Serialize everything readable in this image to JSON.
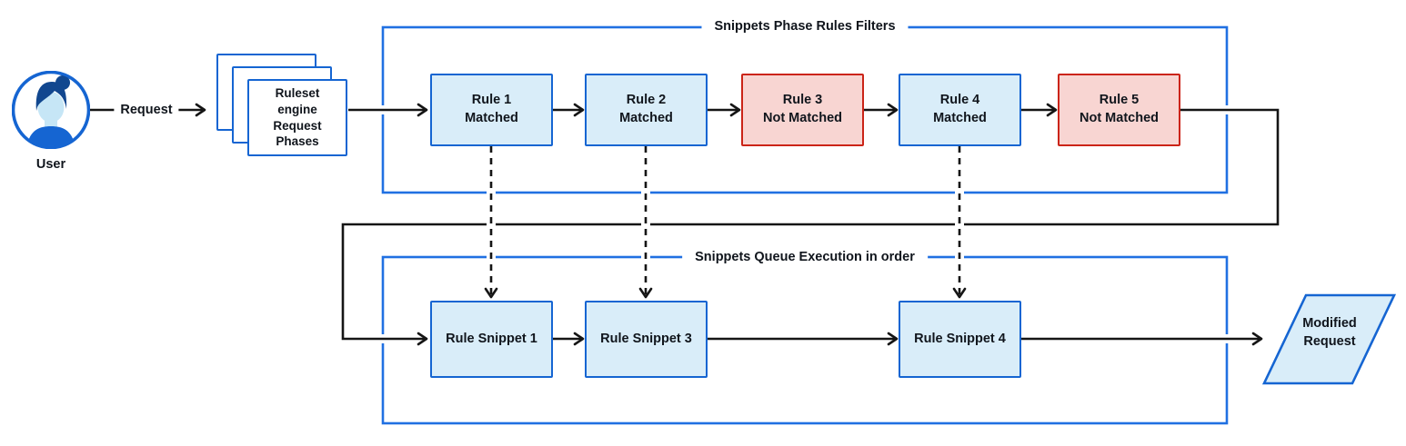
{
  "diagram": {
    "user": {
      "label": "User"
    },
    "request_label": "Request",
    "ruleset_pages": {
      "label": "Ruleset\nengine\nRequest\nPhases"
    },
    "phase_container": {
      "title": "Snippets Phase Rules Filters"
    },
    "queue_container": {
      "title": "Snippets Queue Execution in order"
    },
    "rules": [
      {
        "label": "Rule 1\nMatched",
        "status": "matched"
      },
      {
        "label": "Rule 2\nMatched",
        "status": "matched"
      },
      {
        "label": "Rule 3\nNot Matched",
        "status": "not-matched"
      },
      {
        "label": "Rule 4\nMatched",
        "status": "matched"
      },
      {
        "label": "Rule 5\nNot Matched",
        "status": "not-matched"
      }
    ],
    "snippets": [
      {
        "label": "Rule Snippet 1"
      },
      {
        "label": "Rule Snippet 3"
      },
      {
        "label": "Rule Snippet 4"
      }
    ],
    "output": {
      "label": "Modified\nRequest"
    },
    "colors": {
      "box_blue_border": "#1565d2",
      "container_blue": "#2070e2",
      "light_blue_fill": "#d9edf9",
      "red_border": "#cb2417",
      "light_red_fill": "#f8d5d2",
      "line_black": "#151515",
      "text": "#10151c"
    }
  }
}
